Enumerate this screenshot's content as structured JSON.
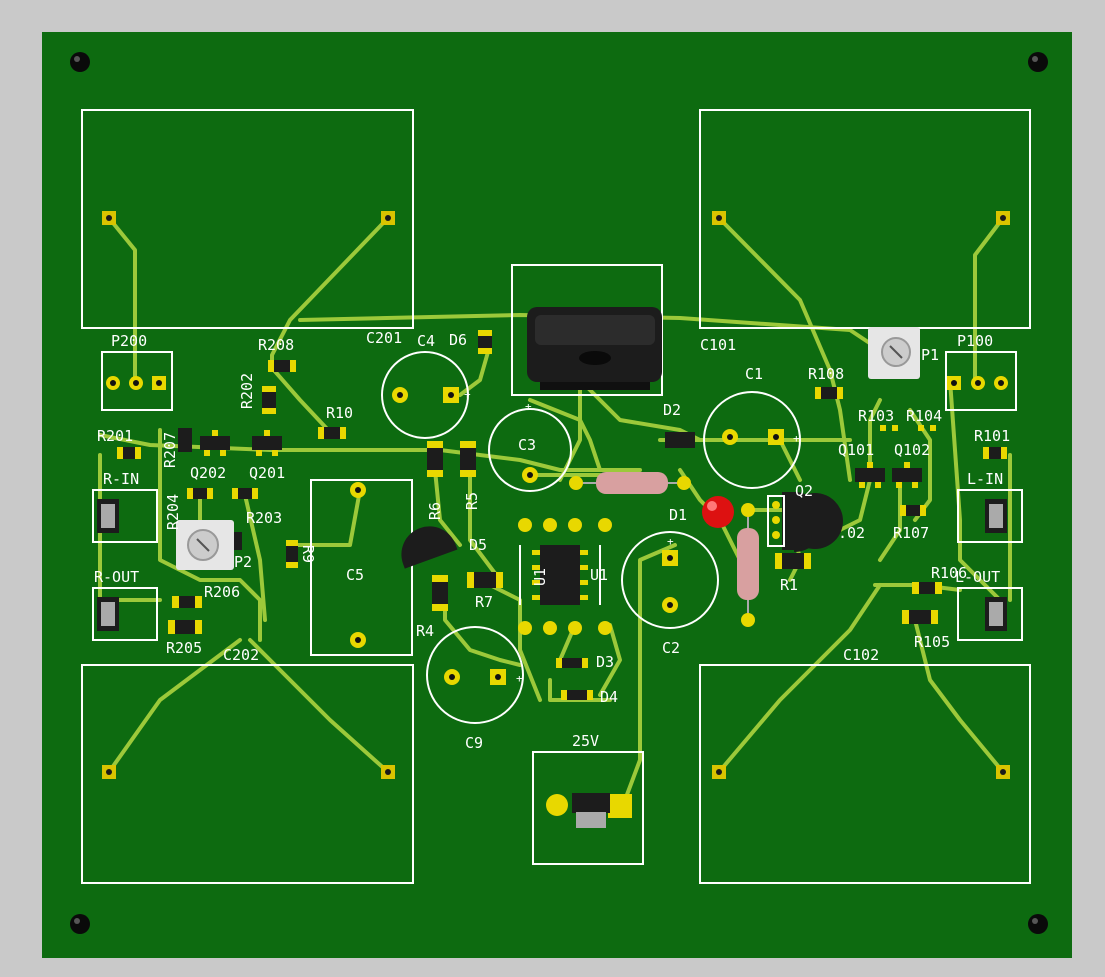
{
  "colors": {
    "background": "#c9c9c9",
    "board": "#0d6b10",
    "trace": "#9cc93a",
    "silkscreen": "#ffffff",
    "pad": "#d9c400",
    "copper_ring": "#e8d800",
    "resistor_body": "#d8a0a0",
    "heatsink": "#1c1c1c",
    "led": "#dd1111",
    "pot": "#e6e6e6"
  },
  "labels": {
    "P200": "P200",
    "P100": "P100",
    "P1": "P1",
    "P2": "P2",
    "R208": "R208",
    "R202": "R202",
    "R201": "R201",
    "R207": "R207",
    "R204": "R204",
    "R203": "R203",
    "R206": "R206",
    "R205": "R205",
    "R10": "R10",
    "R9": "R9",
    "R6": "R6",
    "R5": "R5",
    "R4": "R4",
    "R7": "R7",
    "R1": "R1",
    "R108": "R108",
    "R103": "R103",
    "R104": "R104",
    "R101": "R101",
    "R107": "R107",
    "R106": "R106",
    "R105": "R105",
    "Q202": "Q202",
    "Q201": "Q201",
    "Q101": "Q101",
    "Q102": "Q102",
    "Q2": "Q2",
    "C201": "C201",
    "C4": "C4",
    "C3": "C3",
    "C5": "C5",
    "C9": "C9",
    "C101": "C101",
    "C1": "C1",
    "C2": "C2",
    "C102": "C102",
    "C202": "C202",
    "D6": "D6",
    "D5": "D5",
    "D2": "D2",
    "D1": "D1",
    "D3": "D3",
    "D4": "D4",
    "U1": "U1",
    "U1_2": "U1",
    "R_IN": "R-IN",
    "L_IN": "L-IN",
    "R_OUT": "R-OUT",
    "L_OUT": "L-OUT",
    "V25": "25V",
    "frag02": ".02"
  }
}
